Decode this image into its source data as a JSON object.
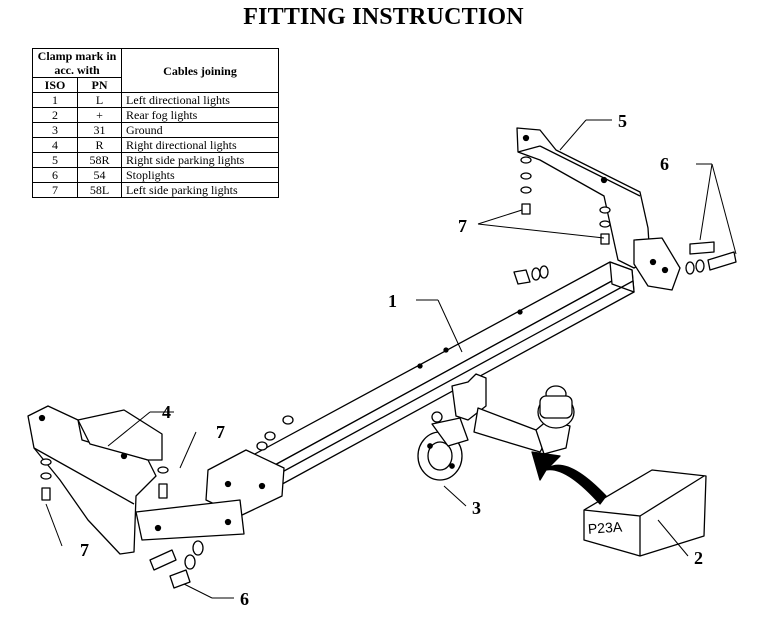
{
  "title": "FITTING INSTRUCTION",
  "legend": {
    "header_clamp": "Clamp mark in acc. with",
    "header_cables": "Cables joining",
    "header_iso": "ISO",
    "header_pn": "PN",
    "rows": [
      {
        "iso": "1",
        "pn": "L",
        "desc": "Left directional lights"
      },
      {
        "iso": "2",
        "pn": "+",
        "desc": "Rear fog lights"
      },
      {
        "iso": "3",
        "pn": "31",
        "desc": "Ground"
      },
      {
        "iso": "4",
        "pn": "R",
        "desc": "Right directional lights"
      },
      {
        "iso": "5",
        "pn": "58R",
        "desc": "Right side parking lights"
      },
      {
        "iso": "6",
        "pn": "54",
        "desc": "Stoplights"
      },
      {
        "iso": "7",
        "pn": "58L",
        "desc": "Left side parking lights"
      }
    ]
  },
  "callouts": {
    "main_bar": "1",
    "plate_box": "2",
    "socket": "3",
    "left_bracket": "4",
    "right_bracket": "5",
    "bolts_right": "6",
    "bolts_left": "6",
    "nuts_right": "7",
    "nuts_left_top": "7",
    "nuts_left_bottom": "7"
  },
  "plate_label": "P23A"
}
